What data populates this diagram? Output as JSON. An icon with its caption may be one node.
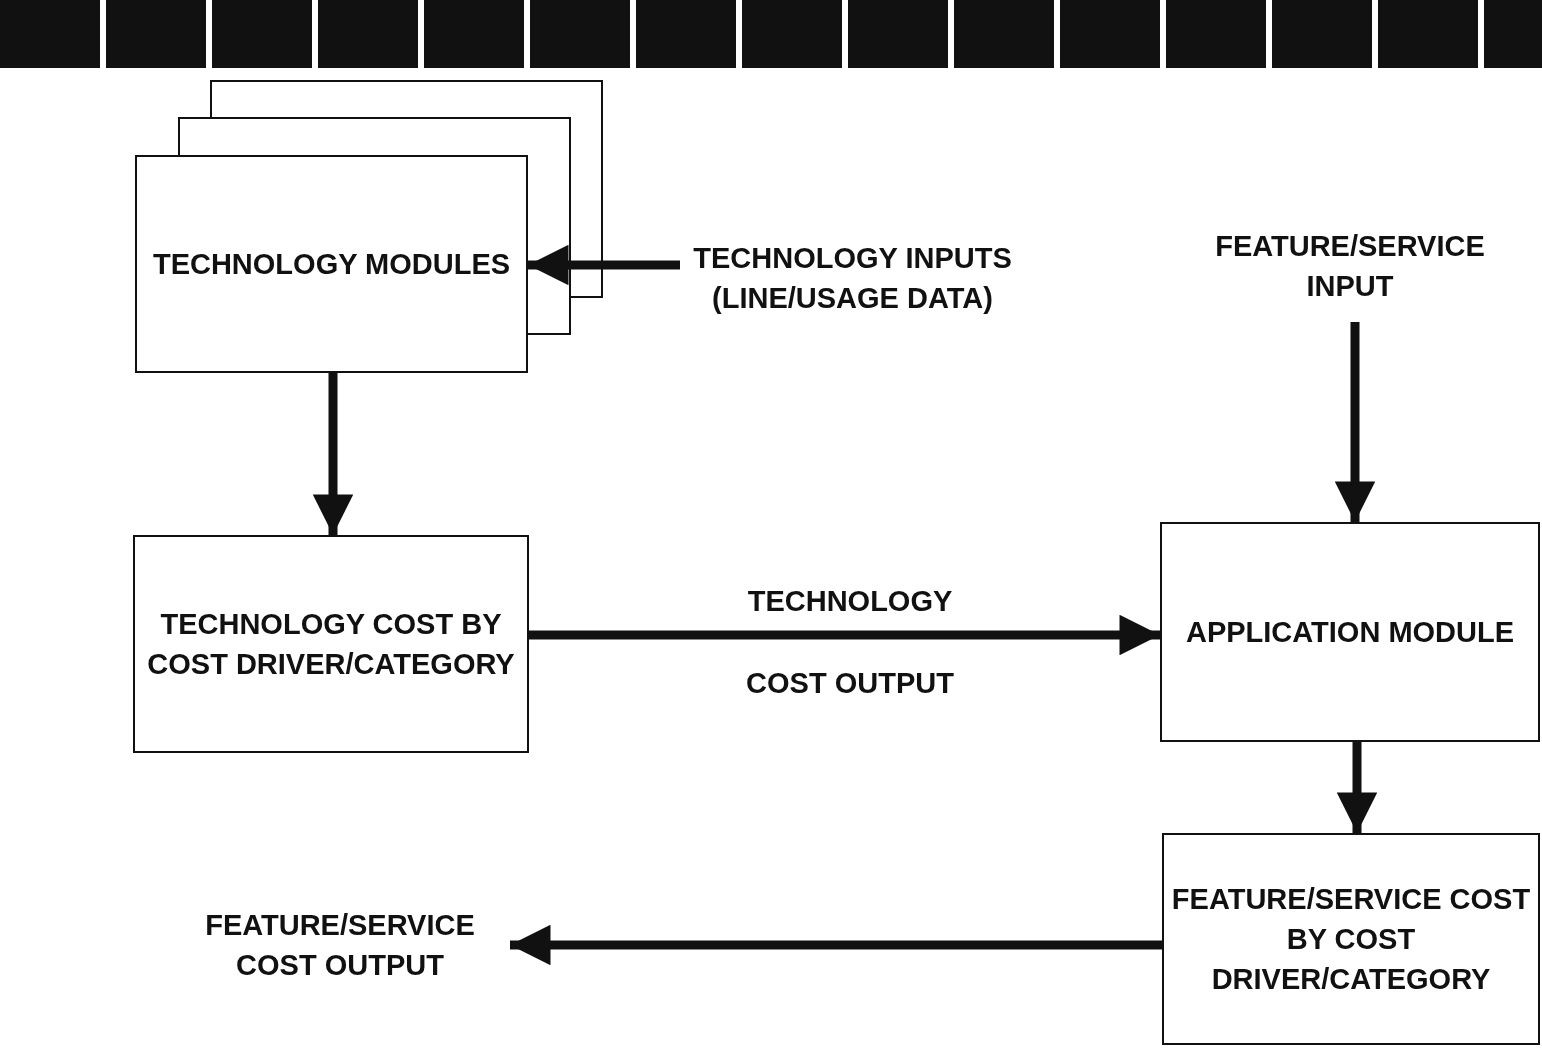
{
  "diagram": {
    "nodes": [
      {
        "text": [
          "TECHNOLOGY MODULES"
        ]
      },
      {
        "text": [
          "TECHNOLOGY INPUTS (LINE/USAGE DATA)"
        ]
      },
      {
        "text": [
          "FEATURE/SERVICE INPUT"
        ]
      },
      {
        "text": [
          "TECHNOLOGY COST BY COST DRIVER/CATEGORY"
        ]
      },
      {
        "text": [
          "APPLICATION MODULE"
        ]
      },
      {
        "text": [
          "FEATURE/SERVICE COST BY COST DRIVER/CATEGORY"
        ]
      },
      {
        "text": [
          "FEATURE/SERVICE COST OUTPUT"
        ]
      }
    ],
    "edges": [
      {
        "from": 1,
        "to": 0,
        "arrow": "to"
      },
      {
        "from": 0,
        "to": 3,
        "arrow": "to"
      },
      {
        "from": 3,
        "to": 4,
        "arrow": "to",
        "label": "TECHNOLOGY COST OUTPUT"
      },
      {
        "from": 2,
        "to": 4,
        "arrow": "to"
      },
      {
        "from": 4,
        "to": 5,
        "arrow": "to"
      },
      {
        "from": 5,
        "to": 6,
        "arrow": "to"
      }
    ]
  }
}
